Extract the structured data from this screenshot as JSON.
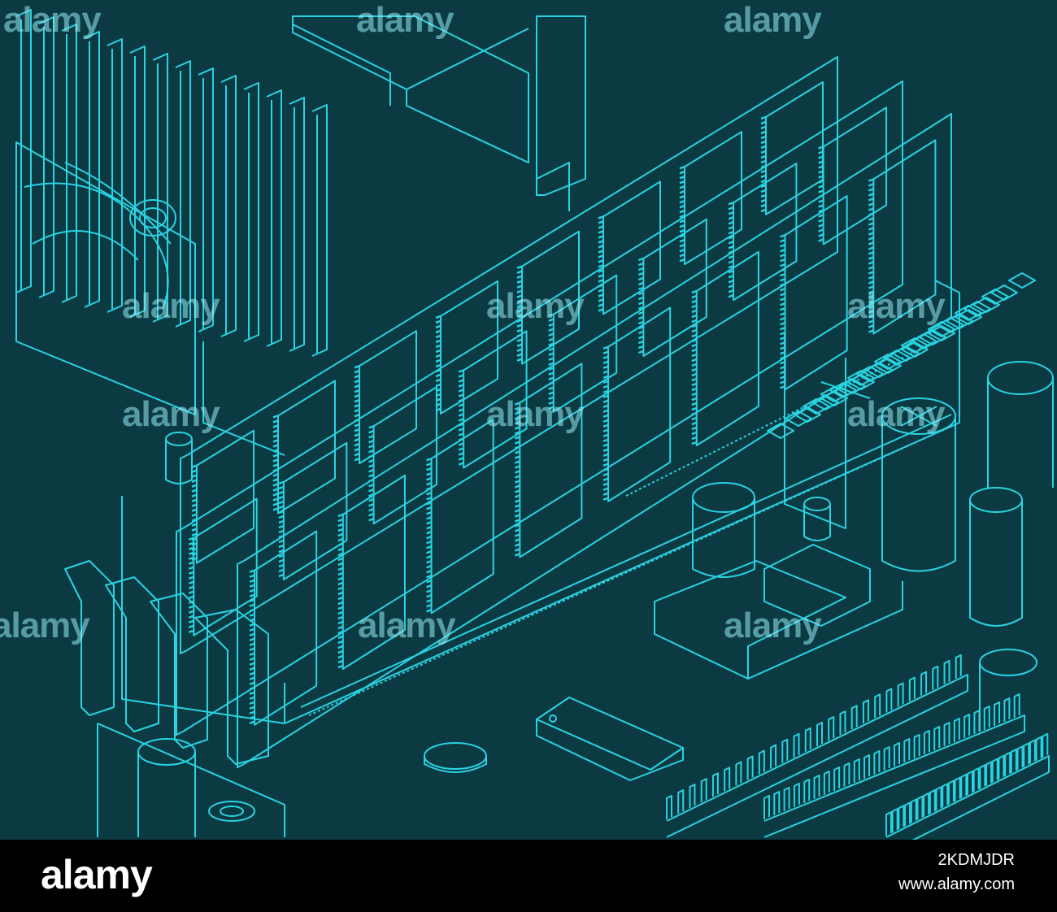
{
  "watermark": {
    "text": "alamy"
  },
  "footer": {
    "logo_text": "alamy",
    "image_id": "2KDMJDR",
    "site": "www.alamy.com"
  },
  "colors": {
    "background": "#0c3a42",
    "line": "#29d3e2",
    "footer_bg": "#000000",
    "footer_text": "#ffffff"
  }
}
